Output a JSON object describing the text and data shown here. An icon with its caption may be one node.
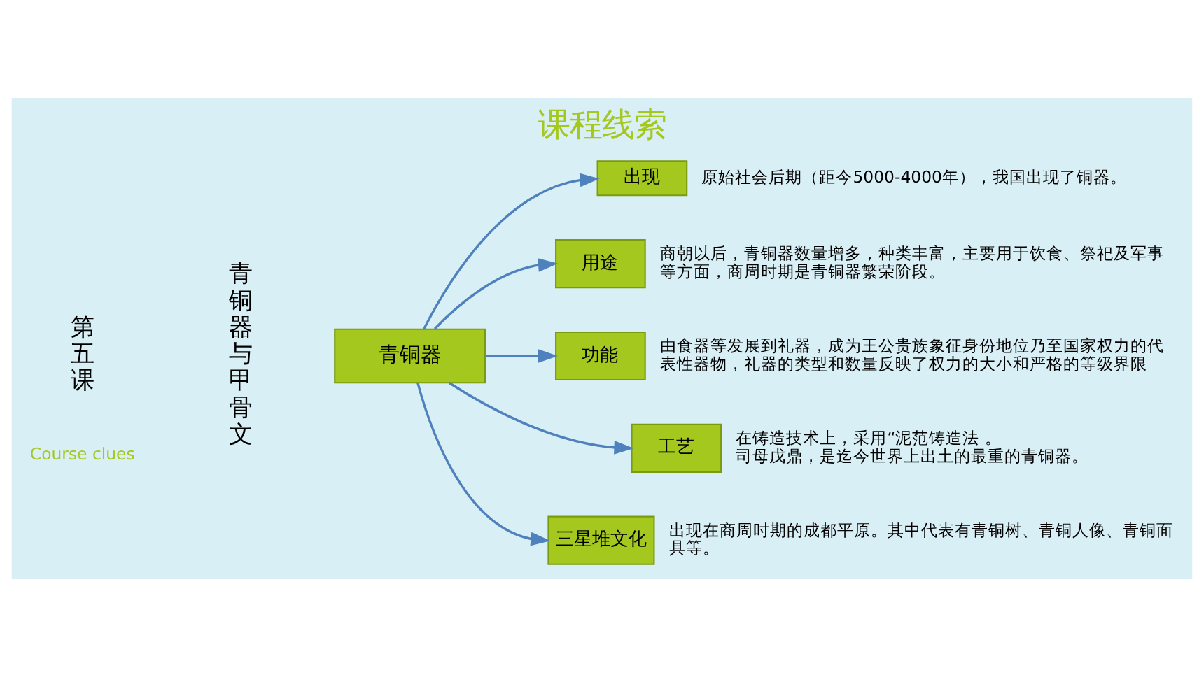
{
  "diagram": {
    "title": "课程线索",
    "nodes": [
      {
        "text": [
          "青铜器"
        ]
      },
      {
        "text": [
          "出现"
        ],
        "beside": [
          "原始社会后期（距今5000-4000年），我国出现了铜器。"
        ]
      },
      {
        "text": [
          "用途"
        ],
        "beside": [
          "商朝以后，青铜器数量增多，种类丰富，主要用于饮食、祭祀及军事等方面，商周时期是青铜器繁荣阶段。"
        ]
      },
      {
        "text": [
          "功能"
        ],
        "beside": [
          "由食器等发展到礼器，成为王公贵族象征身份地位乃至国家权力的代表性器物，礼器的类型和数量反映了权力的大小和严格的等级界限"
        ]
      },
      {
        "text": [
          "工艺"
        ],
        "beside": [
          "在铸造技术上，采用“泥范铸造法 。",
          "司母戊鼎，是迄今世界上出土的最重的青铜器。"
        ]
      },
      {
        "text": [
          "三星堆文化"
        ],
        "beside": [
          "出现在商周时期的成都平原。其中代表有青铜树、青铜人像、青铜面具等。"
        ]
      }
    ],
    "edges": [
      {
        "from": 0,
        "to": 1,
        "arrow": "to"
      },
      {
        "from": 0,
        "to": 2,
        "arrow": "to"
      },
      {
        "from": 0,
        "to": 3,
        "arrow": "to"
      },
      {
        "from": 0,
        "to": 4,
        "arrow": "to"
      },
      {
        "from": 0,
        "to": 5,
        "arrow": "to"
      }
    ],
    "labels": [
      "Course clues",
      "第五课",
      "青铜器与甲骨文"
    ]
  }
}
